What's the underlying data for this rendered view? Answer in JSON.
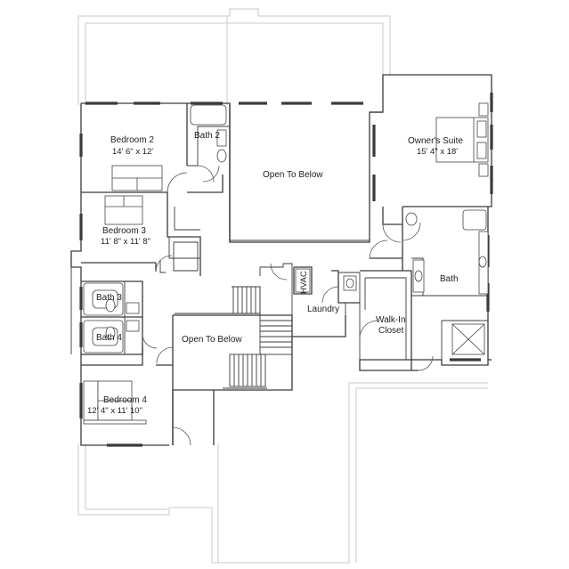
{
  "rooms": {
    "bedroom2": {
      "name": "Bedroom 2",
      "dims": "14' 6\" x 12'"
    },
    "bath2": {
      "name": "Bath 2"
    },
    "open_to_below_top": {
      "name": "Open To Below"
    },
    "owners_suite": {
      "name": "Owner's Suite",
      "dims": "15' 4\" x 18'"
    },
    "bedroom3": {
      "name": "Bedroom 3",
      "dims": "11' 8\" x 11' 8\""
    },
    "bath3": {
      "name": "Bath 3"
    },
    "bath4": {
      "name": "Bath 4"
    },
    "hvac": {
      "name": "HVAC"
    },
    "laundry": {
      "name": "Laundry"
    },
    "bath_owner": {
      "name": "Bath"
    },
    "walkin_closet": {
      "name": "Walk-In",
      "name2": "Closet"
    },
    "open_to_below_stair": {
      "name": "Open To Below"
    },
    "bedroom4": {
      "name": "Bedroom 4",
      "dims": "12' 4\" x 11' 10\""
    }
  },
  "colors": {
    "wall": "#3a3a3a",
    "roof_outline": "#c9c9c9",
    "background": "#ffffff"
  }
}
